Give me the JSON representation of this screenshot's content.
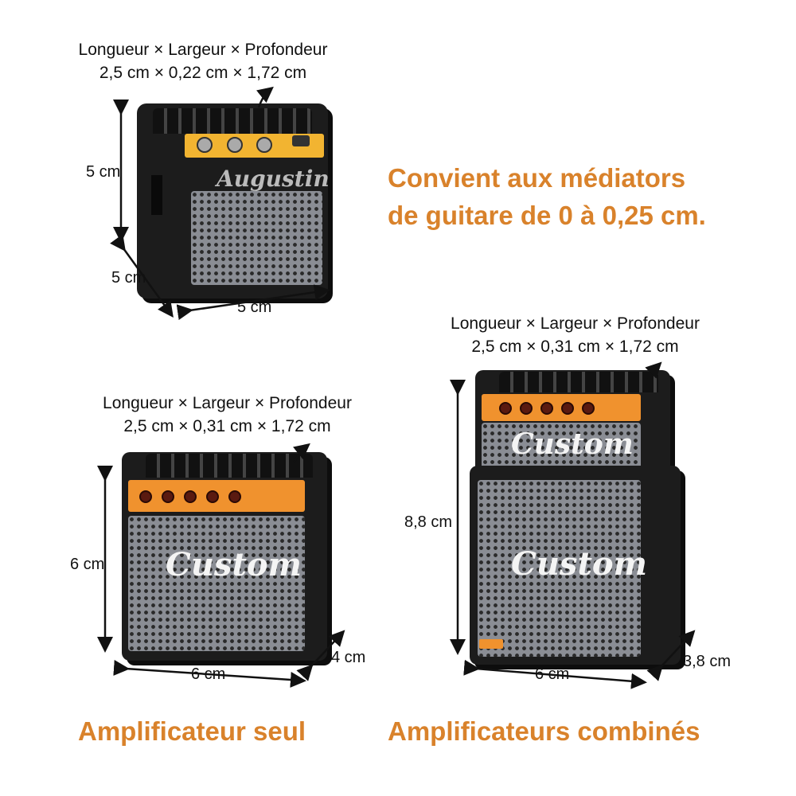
{
  "top_product": {
    "spec_header": "Longueur × Largeur  × Profondeur",
    "spec_values": "2,5 cm × 0,22 cm × 1,72 cm",
    "height": "5 cm",
    "depth": "5 cm",
    "width": "5 cm",
    "logo": "Augustin"
  },
  "note": {
    "line1": "Convient aux médiators",
    "line2": "de guitare de 0 à 0,25 cm."
  },
  "single_amp": {
    "spec_header": "Longueur × Largeur  × Profondeur",
    "spec_values": "2,5 cm × 0,31 cm × 1,72 cm",
    "height": "6 cm",
    "width": "6 cm",
    "depth": "4 cm",
    "logo": "Custom",
    "caption": "Amplificateur seul"
  },
  "combined_amp": {
    "spec_header": "Longueur × Largeur  × Profondeur",
    "spec_values": "2,5 cm × 0,31 cm × 1,72 cm",
    "height": "8,8 cm",
    "width": "6 cm",
    "depth": "3,8 cm",
    "logo_top": "Custom",
    "logo_bottom": "Custom",
    "caption": "Amplificateurs combinés"
  },
  "colors": {
    "accent": "#D9822B",
    "amp_orange": "#F0922E",
    "amp_yellow": "#F2B431"
  }
}
